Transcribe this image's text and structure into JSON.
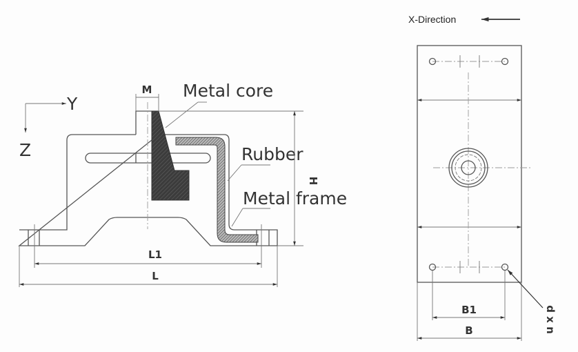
{
  "labels": {
    "metal_core": "Metal core",
    "rubber": "Rubber",
    "metal_frame": "Metal frame",
    "axis_y": "Y",
    "axis_z": "Z",
    "x_direction": "X-Direction"
  },
  "dimensions": {
    "m": "M",
    "h": "H",
    "l1": "L1",
    "l": "L",
    "b1": "B1",
    "b": "B",
    "dxn": "d x n"
  },
  "colors": {
    "line": "#555555",
    "core_fill": "#444444",
    "rubber_hatch": "#666666"
  }
}
